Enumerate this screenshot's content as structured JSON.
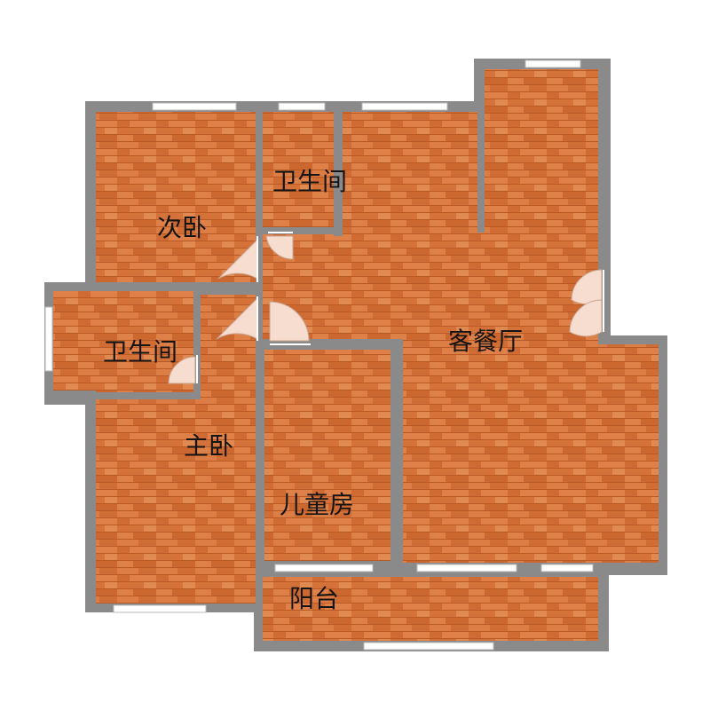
{
  "rooms": {
    "second_bedroom": "次卧",
    "bathroom_top": "卫生间",
    "bathroom_left": "卫生间",
    "living_dining": "客餐厅",
    "master_bedroom": "主卧",
    "kids_room": "儿童房",
    "balcony": "阳台"
  },
  "colors": {
    "wall": "#8a8a8a",
    "floor": "#d9773e",
    "floor_dark": "#c9652c",
    "floor_light": "#e89a62",
    "window": "#ffffff",
    "door": "#f6ddd0"
  }
}
